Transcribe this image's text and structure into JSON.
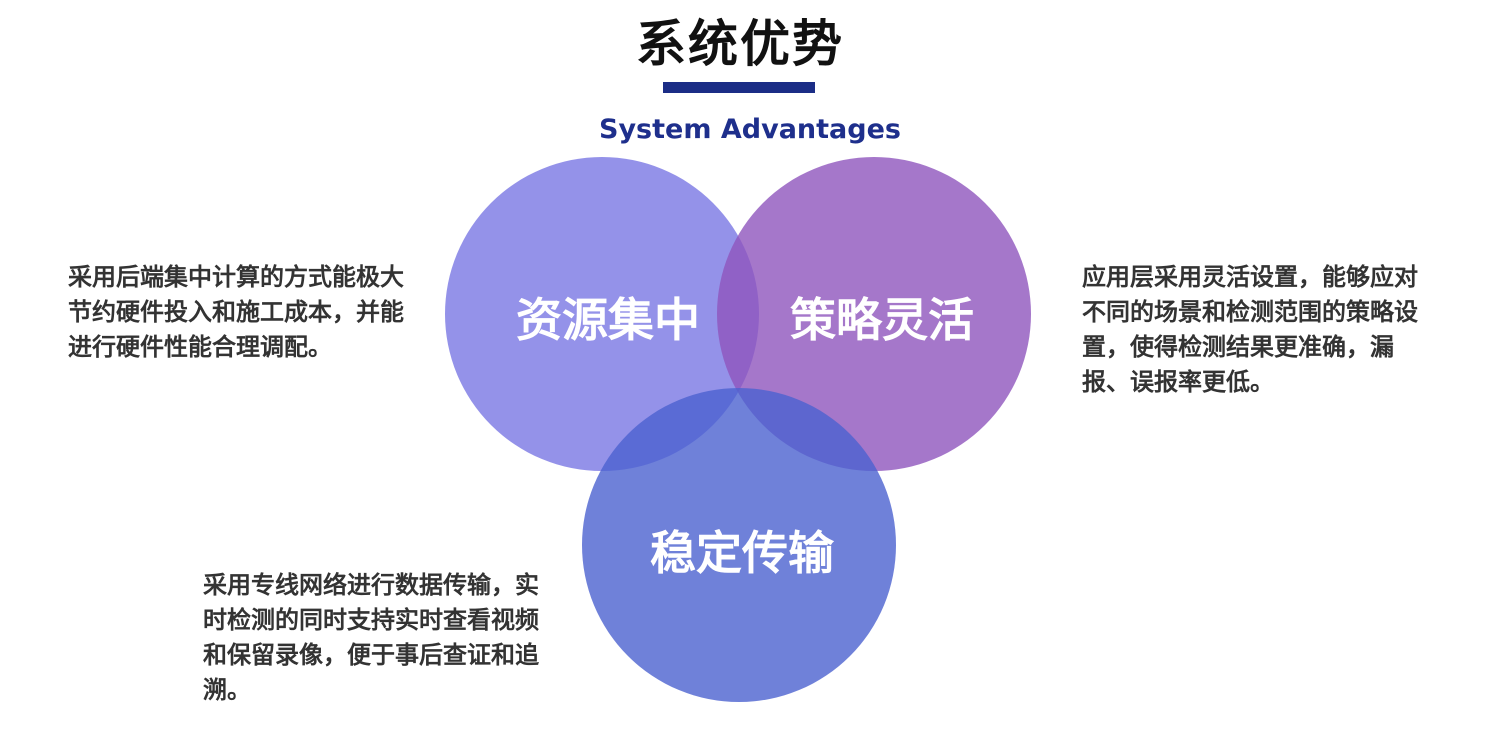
{
  "header": {
    "title": "系统优势",
    "subtitle": "System Advantages"
  },
  "colors": {
    "accent": "#1b2d86",
    "circle_resource": "#7c7ae4",
    "circle_strategy": "#8e55bd",
    "circle_stable": "#5569d1"
  },
  "venn": {
    "circles": [
      {
        "id": "resource",
        "label": "资源集中"
      },
      {
        "id": "strategy",
        "label": "策略灵活"
      },
      {
        "id": "stable",
        "label": "稳定传输"
      }
    ]
  },
  "descriptions": {
    "resource": "采用后端集中计算的方式能极大节约硬件投入和施工成本，并能进行硬件性能合理调配。",
    "strategy": "应用层采用灵活设置，能够应对不同的场景和检测范围的策略设置，使得检测结果更准确，漏报、误报率更低。",
    "stable": "采用专线网络进行数据传输，实时检测的同时支持实时查看视频和保留录像，便于事后查证和追溯。"
  }
}
